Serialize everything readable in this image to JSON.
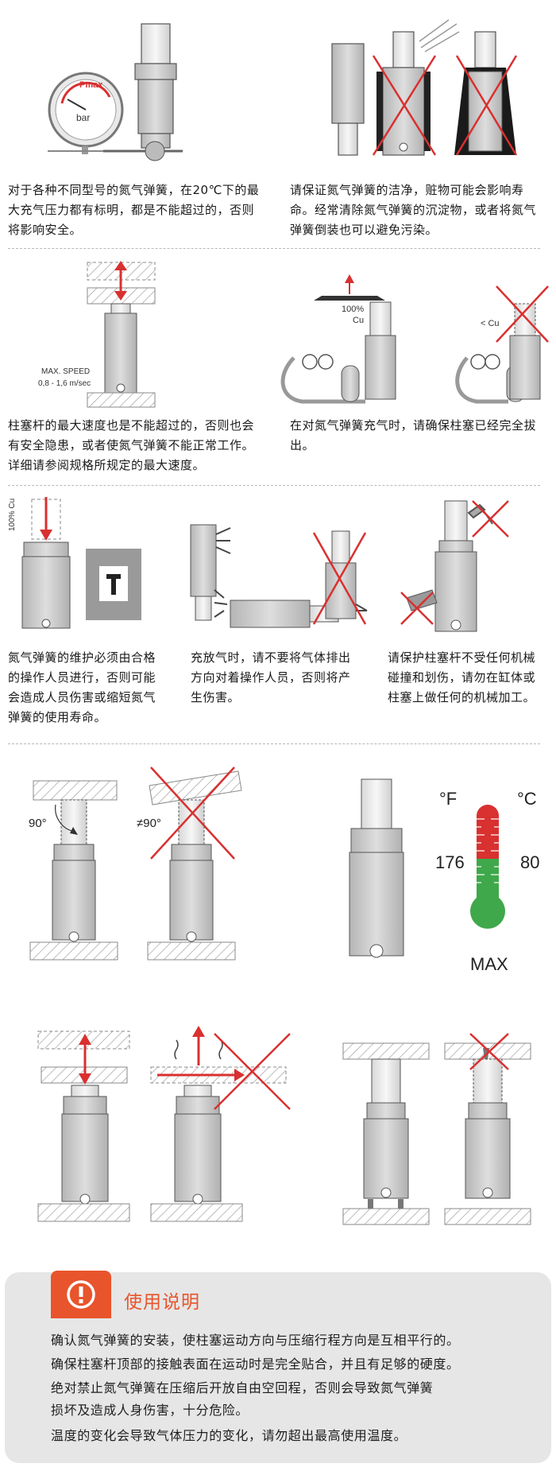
{
  "sections": {
    "s1_left": "对于各种不同型号的氮气弹簧，在20℃下的最大充气压力都有标明，都是不能超过的，否则将影响安全。",
    "s1_right": "请保证氮气弹簧的洁净，赃物可能会影响寿命。经常清除氮气弹簧的沉淀物，或者将氮气弹簧倒装也可以避免污染。",
    "s2_left": "柱塞杆的最大速度也是不能超过的，否则也会有安全隐患，或者使氮气弹簧不能正常工作。详细请参阅规格所规定的最大速度。",
    "s2_right": "在对氮气弹簧充气时，请确保柱塞已经完全拔出。",
    "s3_a": "氮气弹簧的维护必须由合格的操作人员进行，否则可能会造成人员伤害或缩短氮气弹簧的使用寿命。",
    "s3_b": "充放气时，请不要将气体排出方向对着操作人员，否则将产生伤害。",
    "s3_c": "请保护柱塞杆不受任何机械碰撞和划伤，请勿在缸体或柱塞上做任何的机械加工。"
  },
  "labels": {
    "pmax": "Pmax",
    "bar": "bar",
    "max_speed": "MAX. SPEED",
    "speed_range": "0,8 - 1,6 m/sec",
    "cu_100": "100%",
    "cu": "Cu",
    "lt_cu": "< Cu",
    "cu_vertical": "100% Cu",
    "deg90": "90°",
    "ne90": "≠90°",
    "f_unit": "°F",
    "c_unit": "°C",
    "f_val": "176",
    "c_val": "80",
    "max": "MAX"
  },
  "notice": {
    "title": "使用说明",
    "icon": "exclamation-icon",
    "lines": [
      "确认氮气弹簧的安装，使柱塞运动方向与压缩行程方向是互相平行的。",
      "确保柱塞杆顶部的接触表面在运动时是完全贴合，并且有足够的硬度。",
      "绝对禁止氮气弹簧在压缩后开放自由空回程，否则会导致氮气弹簧",
      "损坏及造成人身伤害，十分危险。",
      "温度的变化会导致气体压力的变化，请勿超出最高使用温度。"
    ]
  },
  "colors": {
    "accent": "#e8542c",
    "warning_red": "#d93030",
    "body": "#cfcfcf",
    "hatch": "#999999"
  }
}
